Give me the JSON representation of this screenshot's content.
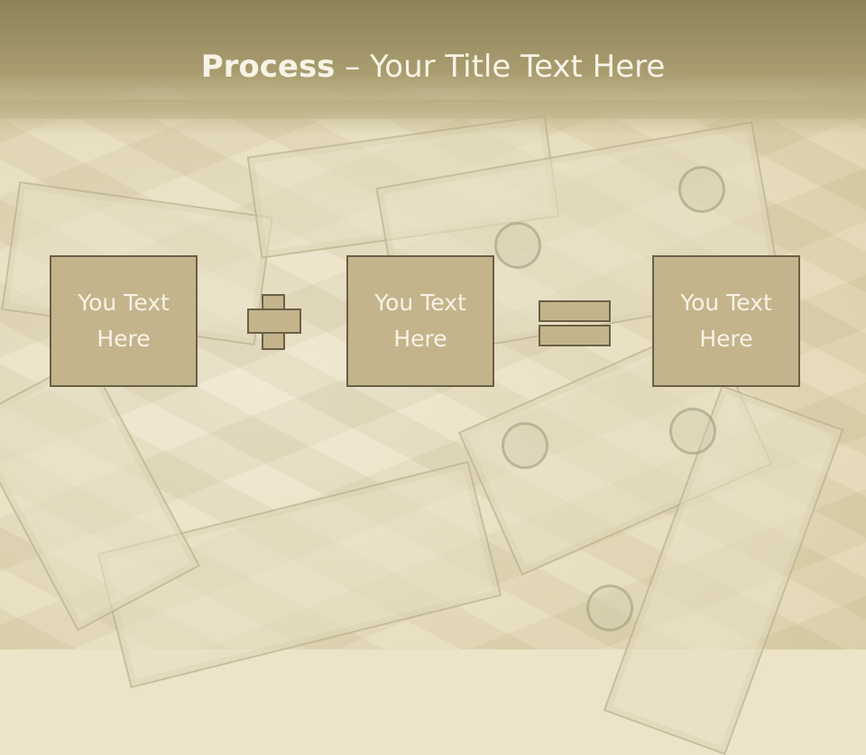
{
  "slide": {
    "title_bold": "Process",
    "title_rest": " – Your Title Text Here",
    "boxes": [
      {
        "text": "You Text\nHere"
      },
      {
        "text": "You Text\nHere"
      },
      {
        "text": "You Text\nHere"
      }
    ],
    "operators": [
      "plus-icon",
      "equals-icon"
    ],
    "colors": {
      "header": "#8d8359",
      "box_fill": "#c3b48c",
      "box_border": "#6a6046",
      "text": "#f7f3e6"
    }
  }
}
